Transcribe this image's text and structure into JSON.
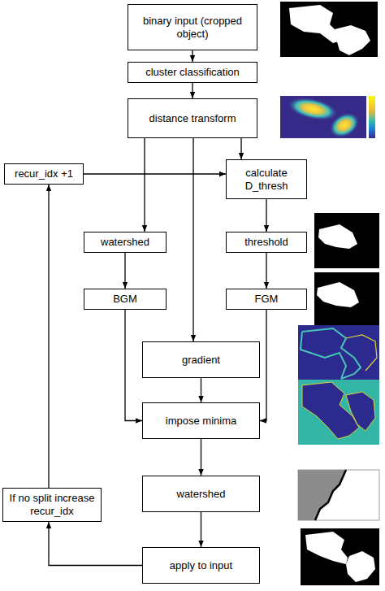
{
  "diagram": {
    "nodes": [
      {
        "text": [
          "binary input (cropped object)"
        ]
      },
      {
        "text": [
          "cluster classification"
        ]
      },
      {
        "text": [
          "distance transform"
        ]
      },
      {
        "text": [
          "recur_idx +1"
        ]
      },
      {
        "text": [
          "calculate D_thresh"
        ]
      },
      {
        "text": [
          "watershed"
        ]
      },
      {
        "text": [
          "threshold"
        ]
      },
      {
        "text": [
          "BGM"
        ]
      },
      {
        "text": [
          "FGM"
        ]
      },
      {
        "text": [
          "gradient"
        ]
      },
      {
        "text": [
          "impose minima"
        ]
      },
      {
        "text": [
          "watershed"
        ]
      },
      {
        "text": [
          "If no split increase recur_idx"
        ]
      },
      {
        "text": [
          "apply to input"
        ]
      }
    ],
    "edges": [
      {
        "from": 0,
        "to": 1,
        "arrow": "to"
      },
      {
        "from": 1,
        "to": 2,
        "arrow": "to"
      },
      {
        "from": 2,
        "to": 5,
        "arrow": "to"
      },
      {
        "from": 2,
        "to": 4,
        "arrow": "to"
      },
      {
        "from": 2,
        "to": 9,
        "arrow": "to"
      },
      {
        "from": 3,
        "to": 4,
        "arrow": "to"
      },
      {
        "from": 4,
        "to": 6,
        "arrow": "to"
      },
      {
        "from": 5,
        "to": 7,
        "arrow": "to"
      },
      {
        "from": 6,
        "to": 8,
        "arrow": "to"
      },
      {
        "from": 7,
        "to": 10,
        "arrow": "to"
      },
      {
        "from": 8,
        "to": 10,
        "arrow": "to"
      },
      {
        "from": 9,
        "to": 10,
        "arrow": "to"
      },
      {
        "from": 10,
        "to": 11,
        "arrow": "to"
      },
      {
        "from": 11,
        "to": 13,
        "arrow": "to"
      },
      {
        "from": 13,
        "to": 12,
        "arrow": "to"
      },
      {
        "from": 12,
        "to": 3,
        "arrow": "to"
      }
    ]
  }
}
